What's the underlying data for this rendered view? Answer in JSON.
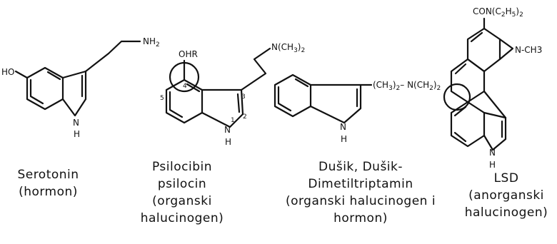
{
  "molecules": [
    {
      "id": "serotonin",
      "labels": {
        "hydroxy": "HO",
        "amine": "NH2",
        "ring_n": "N",
        "ring_h": "H"
      },
      "caption": [
        "Serotonin",
        "(hormon)"
      ]
    },
    {
      "id": "psilocibin",
      "labels": {
        "ohr": "OHR",
        "amine": "N(CH3)2",
        "ring_n": "N",
        "ring_h": "H",
        "pos4": "4",
        "pos5": "5",
        "pos3": "3",
        "pos2": "2",
        "pos1": "1"
      },
      "caption": [
        "Psilocibin",
        "psilocin",
        "(organski",
        "halucinogen)"
      ]
    },
    {
      "id": "dmt",
      "labels": {
        "chain": "(CH3)2-N(CH2)2",
        "ring_n": "N",
        "ring_h": "H"
      },
      "caption": [
        "Dušik, Dušik-",
        "Dimetiltriptamin",
        "(organski halucinogen i",
        "hormon)"
      ]
    },
    {
      "id": "lsd",
      "labels": {
        "amide": "CON(C2H5)2",
        "methyl_n": "N-CH3",
        "ring_n": "N",
        "ring_h": "H"
      },
      "caption": [
        "LSD",
        "(anorganski",
        "halucinogen)"
      ]
    }
  ]
}
